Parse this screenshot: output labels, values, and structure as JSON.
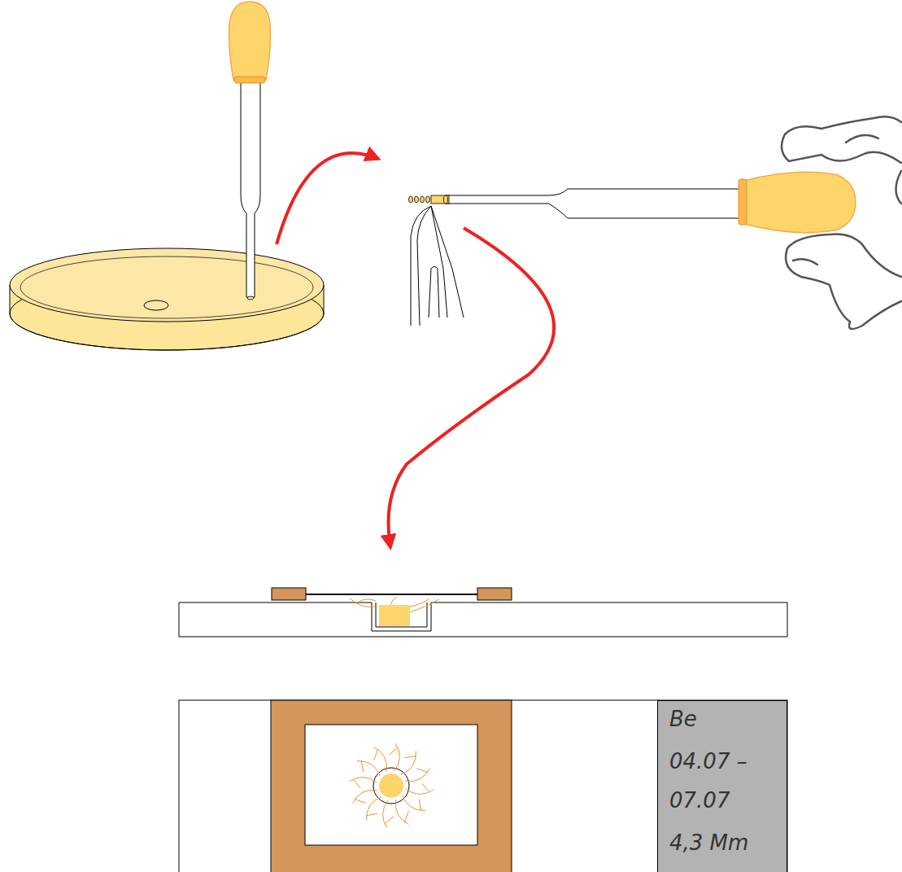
{
  "diagram": {
    "nodes": [
      {
        "text": [
          "Be",
          "04.07 –",
          "07.07",
          "4,3 Mm"
        ]
      }
    ]
  }
}
